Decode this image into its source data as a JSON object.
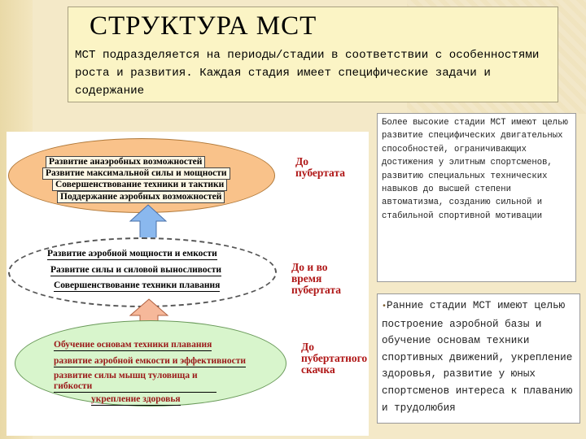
{
  "slide": {
    "title": "СТРУКТУРА МСТ",
    "subtitle": "МСТ подразделяется на периоды/стадии в соответствии с особенностями роста и развития. Каждая стадия имеет специфические задачи и содержание"
  },
  "diagram": {
    "stage_top": {
      "items": [
        "Развитие анаэробных возможностей",
        "Развитие максимальной силы и мощности",
        "Совершенствование техники и тактики",
        "Поддержание аэробных возможностей"
      ],
      "side_label": "До пубертата"
    },
    "stage_middle": {
      "items": [
        "Развитие аэробной мощности и емкости",
        "Развитие силы и силовой выносливости",
        "Совершенствование техники плавания"
      ],
      "side_label": "До и во время пубертата"
    },
    "stage_bottom": {
      "items": [
        "Обучение основам техники плавания",
        "развитие аэробной емкости и эффективности",
        "развитие силы мышц туловища и гибкости",
        "укрепление здоровья"
      ],
      "side_label": "До пубертатного скачка"
    }
  },
  "notes": {
    "top": "Более высокие стадии МСТ имеют целью развитие специфических двигательных способностей, ограничивающих достижения у элитным спортсменов, развитию специальных технических навыков до высшей степени автоматизма, созданию сильной и стабильной спортивной мотивации",
    "bottom": "Ранние стадии МСТ имеют целью построение аэробной базы и обучение основам техники спортивных движений, укрепление здоровья, развитие у юных спортсменов интереса к плаванию и трудолюбия",
    "bullet": "•"
  },
  "colors": {
    "stage_top_fill": "#f9c28a",
    "stage_bottom_fill": "#d8f5cc",
    "arrow_fill": "#8ab8ee",
    "arrow_lower_fill": "#f6b89a",
    "side_label_color": "#b01818"
  }
}
